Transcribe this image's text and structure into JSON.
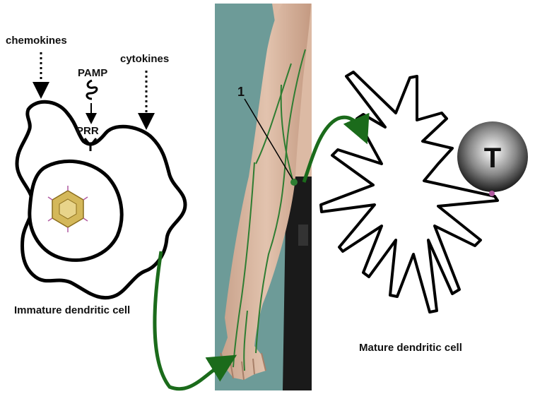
{
  "labels": {
    "chemokines": "chemokines",
    "cytokines": "cytokines",
    "pamp": "PAMP",
    "prr": "PRR",
    "marker": "1",
    "immature": "Immature dendritic cell",
    "mature": "Mature dendritic cell",
    "tcell": "T"
  },
  "colors": {
    "background": "#ffffff",
    "photo_backdrop": "#6d9b98",
    "vessel_green": "#2e7d32",
    "arrow_green": "#1b6b1b",
    "outline": "#000000",
    "virus_gold": "#d4b85a",
    "tcell_gradient_light": "#ffffff",
    "tcell_gradient_dark": "#111111"
  },
  "icons": {
    "virus": "icosahedral-virus-icon",
    "tcell": "t-cell-sphere-icon",
    "receptor": "y-receptor-icon"
  }
}
